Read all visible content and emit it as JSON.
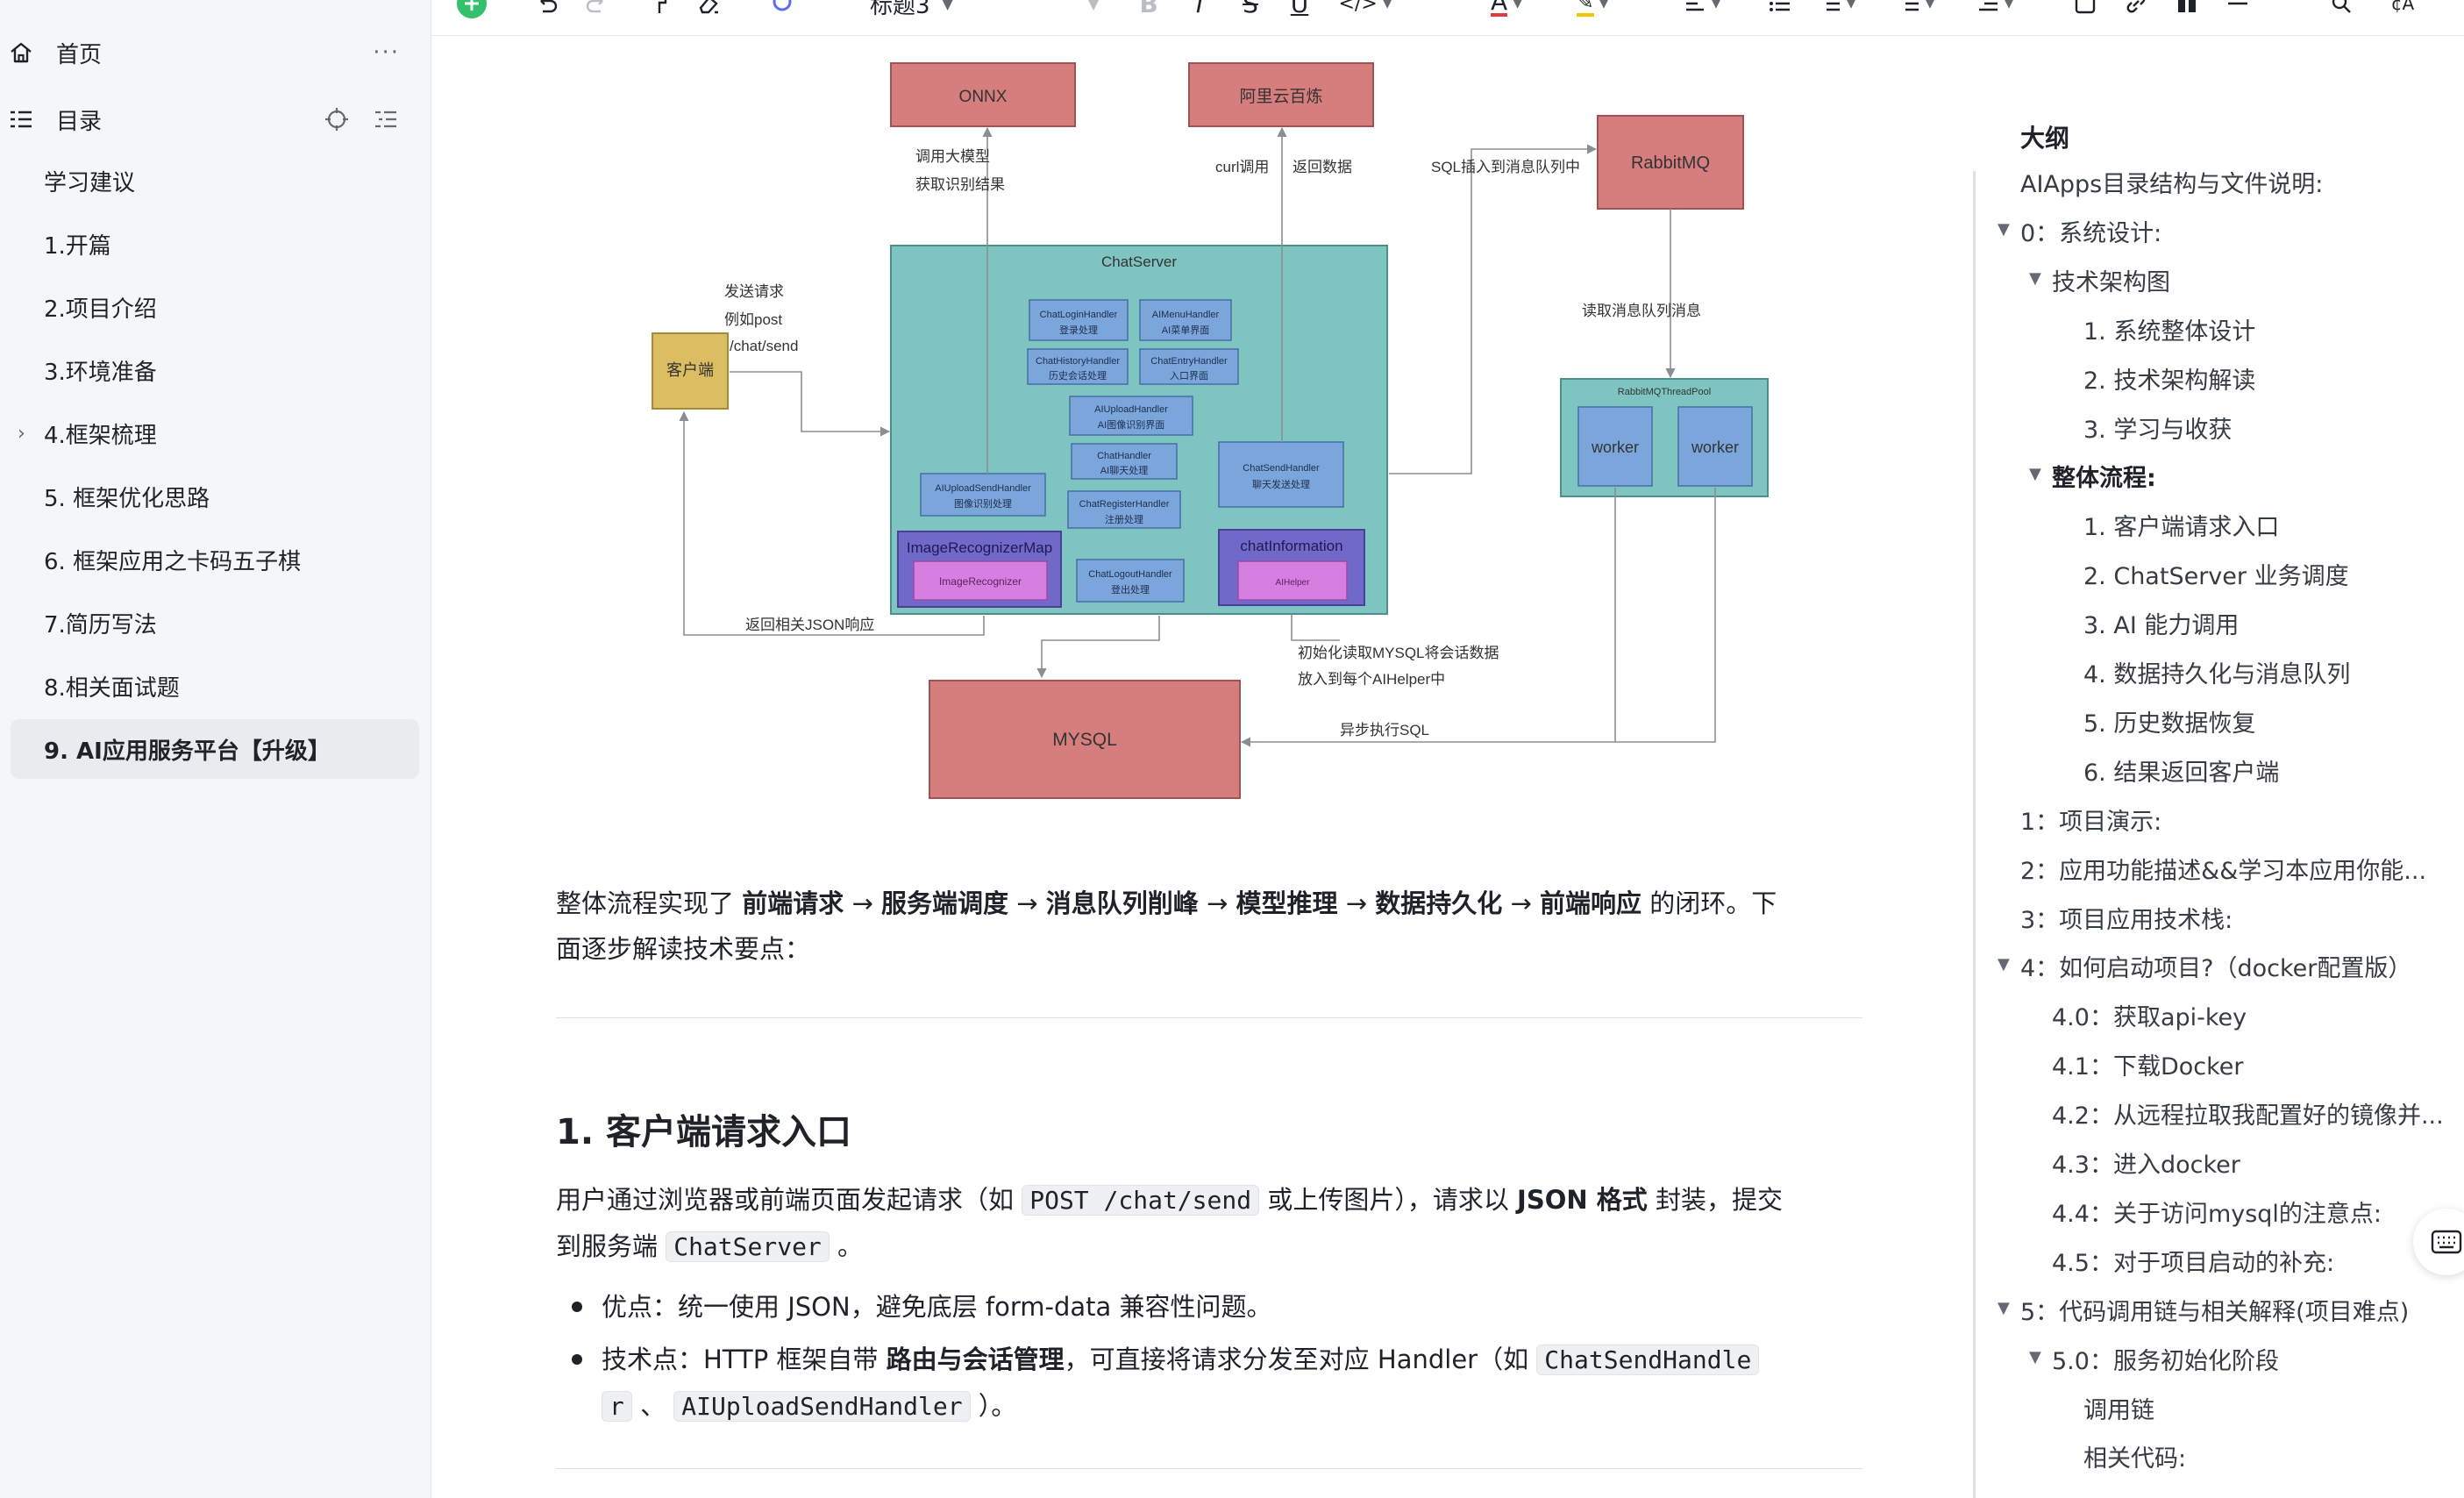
{
  "sidebar": {
    "home_label": "首页",
    "toc_label": "目录",
    "items": [
      {
        "label": "学习建议"
      },
      {
        "label": "1.开篇"
      },
      {
        "label": "2.项目介绍"
      },
      {
        "label": "3.环境准备"
      },
      {
        "label": "4.框架梳理"
      },
      {
        "label": "5. 框架优化思路"
      },
      {
        "label": "6. 框架应用之卡码五子棋"
      },
      {
        "label": "7.简历写法"
      },
      {
        "label": "8.相关面试题"
      },
      {
        "label": "9. AI应用服务平台【升级】"
      }
    ],
    "active_index": 9
  },
  "toolbar": {
    "heading_style": "标题3"
  },
  "diagram": {
    "onnx": "ONNX",
    "aliyun": "阿里云百炼",
    "rabbitmq": "RabbitMQ",
    "client": "客户端",
    "chatserver": "ChatServer",
    "mysql": "MYSQL",
    "pool_title": "RabbitMQThreadPool",
    "worker1": "worker",
    "worker2": "worker",
    "lbl_call_model": "调用大模型",
    "lbl_get_result": "获取识别结果",
    "lbl_curl": "curl调用",
    "lbl_return": "返回数据",
    "lbl_sql_queue": "SQL插入到消息队列中",
    "lbl_read_queue": "读取消息队列消息",
    "lbl_send1": "发送请求",
    "lbl_send2": "例如post",
    "lbl_send3": "/chat/send",
    "lbl_return_json": "返回相关JSON响应",
    "lbl_init1": "初始化读取MYSQL将会话数据",
    "lbl_init2": "放入到每个AIHelper中",
    "lbl_async_sql": "异步执行SQL",
    "h_login": "ChatLoginHandler",
    "h_login_cn": "登录处理",
    "h_menu": "AIMenuHandler",
    "h_menu_cn": "AI菜单界面",
    "h_history": "ChatHistoryHandler",
    "h_history_cn": "历史会话处理",
    "h_entry": "ChatEntryHandler",
    "h_entry_cn": "入口界面",
    "h_upload": "AIUploadHandler",
    "h_upload_cn": "AI图像识别界面",
    "h_chat": "ChatHandler",
    "h_chat_cn": "AI聊天处理",
    "h_register": "ChatRegisterHandler",
    "h_register_cn": "注册处理",
    "h_logout": "ChatLogoutHandler",
    "h_logout_cn": "登出处理",
    "h_uploadsend": "AIUploadSendHandler",
    "h_uploadsend_cn": "图像识别处理",
    "h_send": "ChatSendHandler",
    "h_send_cn": "聊天发送处理",
    "map1": "ImageRecognizerMap",
    "map1_inner": "ImageRecognizer",
    "map2": "chatInformation",
    "map2_inner": "AIHelper"
  },
  "doc": {
    "p1_a": "整体流程实现了 ",
    "p1_b1": "前端请求",
    "p1_arrow1": " → ",
    "p1_b2": "服务端调度",
    "p1_arrow2": " → ",
    "p1_b3": "消息队列削峰",
    "p1_arrow3": " → ",
    "p1_b4": "模型推理",
    "p1_arrow4": " → ",
    "p1_b5": "数据持久化",
    "p1_arrow5": " → ",
    "p1_b6": "前端响应",
    "p1_c": " 的闭环。下",
    "p1_line2": "面逐步解读技术要点：",
    "h2_1": "1. 客户端请求入口",
    "p2_a": "用户通过浏览器或前端页面发起请求（如 ",
    "p2_code1": "POST /chat/send",
    "p2_b": " 或上传图片），请求以 ",
    "p2_bold": "JSON 格式",
    "p2_c": " 封装，提交",
    "p2_d": "到服务端 ",
    "p2_code2": "ChatServer",
    "p2_e": " 。",
    "b1": "优点：统一使用 JSON，避免底层 form-data 兼容性问题。",
    "b2_a": "技术点：HTTP 框架自带 ",
    "b2_bold": "路由与会话管理",
    "b2_b": "，可直接将请求分发至对应 Handler（如 ",
    "b2_code1a": "ChatSendHandle",
    "b2_code1b": "r",
    "b2_sep": " 、 ",
    "b2_code2": "AIUploadSendHandler",
    "b2_c": " ）。"
  },
  "outline": {
    "title": "大纲",
    "items": [
      {
        "label": "AIApps目录结构与文件说明:"
      },
      {
        "label": "0：系统设计:"
      },
      {
        "label": "技术架构图"
      },
      {
        "label": "1. 系统整体设计"
      },
      {
        "label": "2. 技术架构解读"
      },
      {
        "label": "3. 学习与收获"
      },
      {
        "label": "整体流程:"
      },
      {
        "label": "1. 客户端请求入口"
      },
      {
        "label": "2. ChatServer 业务调度"
      },
      {
        "label": "3. AI 能力调用"
      },
      {
        "label": "4. 数据持久化与消息队列"
      },
      {
        "label": "5. 历史数据恢复"
      },
      {
        "label": "6. 结果返回客户端"
      },
      {
        "label": "1：项目演示:"
      },
      {
        "label": "2：应用功能描述&&学习本应用你能..."
      },
      {
        "label": "3：项目应用技术栈:"
      },
      {
        "label": "4：如何启动项目?（docker配置版）"
      },
      {
        "label": "4.0：获取api-key"
      },
      {
        "label": "4.1：下载Docker"
      },
      {
        "label": "4.2：从远程拉取我配置好的镜像并..."
      },
      {
        "label": "4.3：进入docker"
      },
      {
        "label": "4.4：关于访问mysql的注意点:"
      },
      {
        "label": "4.5：对于项目启动的补充:"
      },
      {
        "label": "5：代码调用链与相关解释(项目难点)"
      },
      {
        "label": "5.0：服务初始化阶段"
      },
      {
        "label": "调用链"
      },
      {
        "label": "相关代码:"
      }
    ]
  },
  "colors": {
    "accent_green": "#33c26b",
    "box_red": "#d67e7e",
    "box_teal": "#7ec4c0",
    "box_blue": "#7aa6dc",
    "box_purple": "#7069c9",
    "box_pink": "#d77fe0",
    "box_yellow": "#dcbd62"
  }
}
